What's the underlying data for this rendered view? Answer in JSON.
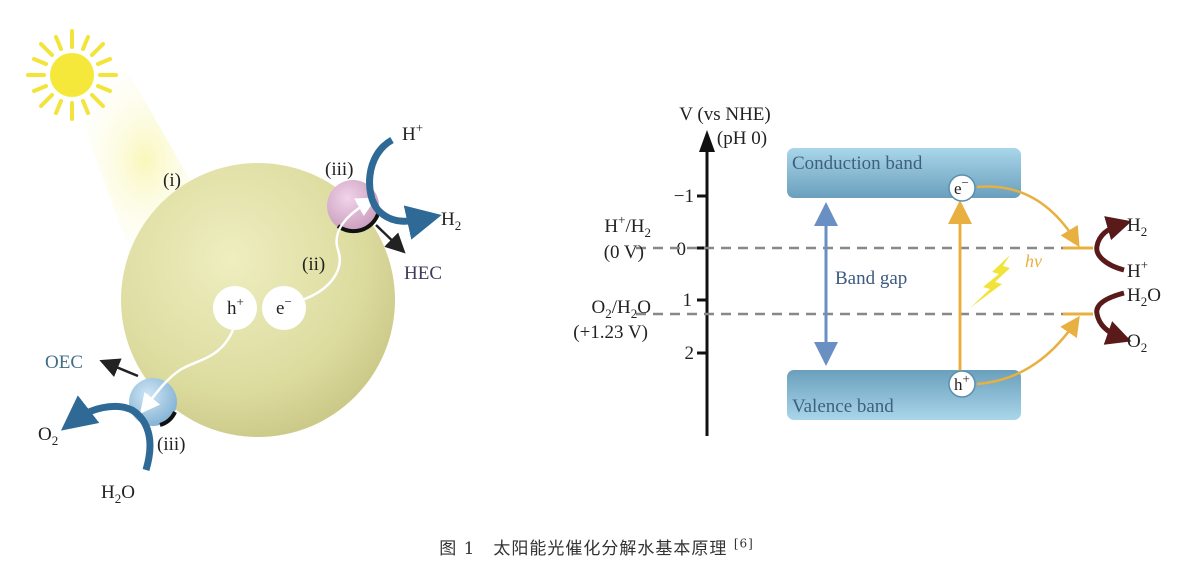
{
  "left_panel": {
    "label_i": "(i)",
    "label_ii": "(ii)",
    "label_iii_top": "(iii)",
    "label_iii_bottom": "(iii)",
    "hole": {
      "base": "h",
      "sup": "+"
    },
    "electron": {
      "base": "e",
      "sup": "−"
    },
    "h_plus": {
      "base": "H",
      "sup": "+"
    },
    "h2": {
      "base": "H",
      "sub": "2"
    },
    "hec": "HEC",
    "oec": "OEC",
    "o2": {
      "base": "O",
      "sub": "2"
    },
    "h2o": {
      "base": "H",
      "sub": "2",
      "tail": "O"
    }
  },
  "right_panel": {
    "axis_title": "V (vs NHE)",
    "axis_subtitle": "(pH 0)",
    "ticks": [
      "−1",
      "0",
      "1",
      "2"
    ],
    "h_couple": {
      "a": "H",
      "a_sup": "+",
      "sep": "/H",
      "sub": "2",
      "value": "(0 V)"
    },
    "o_couple": {
      "a": "O",
      "a_sub": "2",
      "sep": "/H",
      "sub": "2",
      "tail": "O",
      "value": "(+1.23 V)"
    },
    "conduction_band": "Conduction band",
    "valence_band": "Valence band",
    "band_gap": "Band gap",
    "hv": "hv",
    "electron": {
      "base": "e",
      "sup": "−"
    },
    "hole": {
      "base": "h",
      "sup": "+"
    },
    "products": {
      "h2": {
        "base": "H",
        "sub": "2"
      },
      "h_plus": {
        "base": "H",
        "sup": "+"
      },
      "h2o": {
        "base": "H",
        "sub": "2",
        "tail": "O"
      },
      "o2": {
        "base": "O",
        "sub": "2"
      }
    }
  },
  "caption": {
    "text": "图 1　太阳能光催化分解水基本原理 ",
    "ref": "[6]"
  },
  "colors": {
    "sphere": "#e4e2a8",
    "band": "#7fb6d0",
    "orange": "#e8b040",
    "blue_arrow": "#2f6a96",
    "dark_red": "#5a1a1a"
  }
}
